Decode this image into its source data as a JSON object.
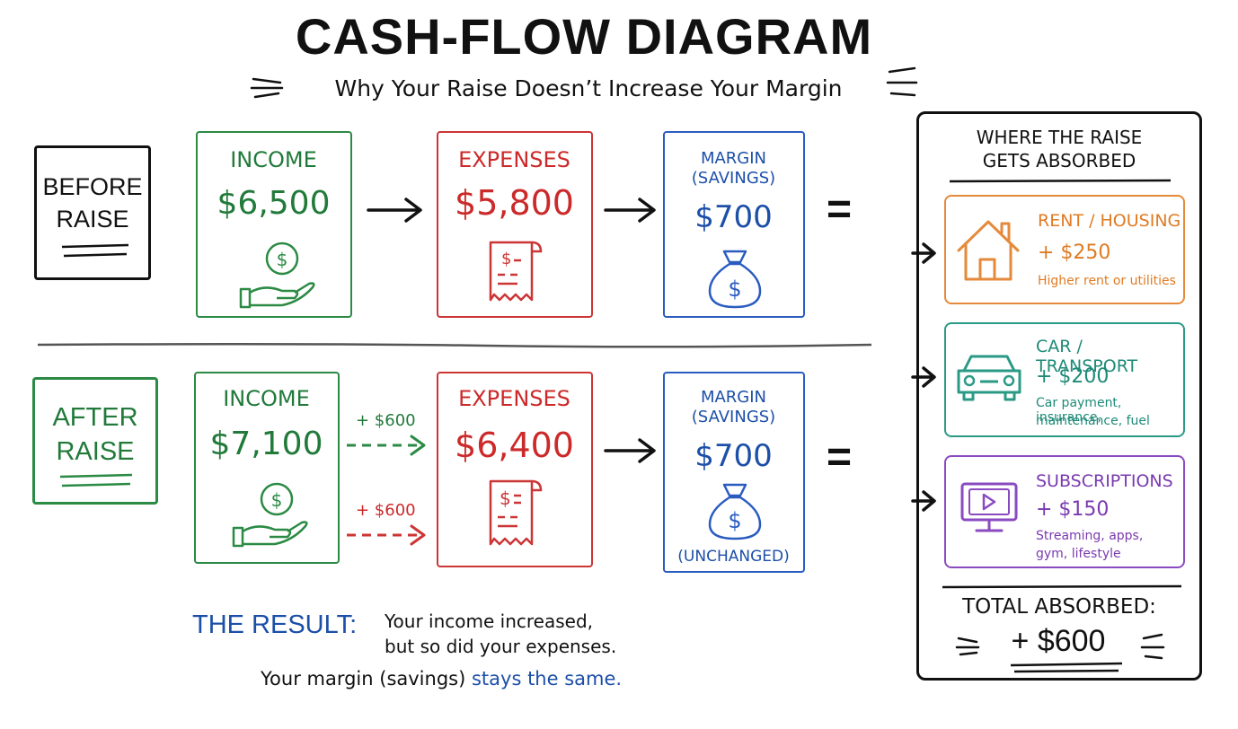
{
  "title": "CASH-FLOW DIAGRAM",
  "subtitle": "Why Your Raise Doesn’t Increase Your Margin",
  "before": {
    "label_line1": "BEFORE",
    "label_line2": "RAISE",
    "income_label": "INCOME",
    "income_value": "$6,500",
    "expenses_label": "EXPENSES",
    "expenses_value": "$5,800",
    "margin_label_line1": "MARGIN",
    "margin_label_line2": "(SAVINGS)",
    "margin_value": "$700"
  },
  "after": {
    "label_line1": "AFTER",
    "label_line2": "RAISE",
    "income_label": "INCOME",
    "income_value": "$7,100",
    "income_increase": "+ $600",
    "expenses_increase": "+ $600",
    "expenses_label": "EXPENSES",
    "expenses_value": "$6,400",
    "margin_label_line1": "MARGIN",
    "margin_label_line2": "(SAVINGS)",
    "margin_value": "$700",
    "margin_note": "(UNCHANGED)"
  },
  "equals": "=",
  "result": {
    "heading": "THE RESULT:",
    "line1": "Your income increased,",
    "line2": "but so did your expenses.",
    "line3_prefix": "Your margin (savings)",
    "line3_highlight": "stays the same."
  },
  "absorbed": {
    "heading_line1": "WHERE THE RAISE",
    "heading_line2": "GETS ABSORBED",
    "items": [
      {
        "title": "RENT / HOUSING",
        "amount": "+ $250",
        "desc_line1": "Higher rent or utilities",
        "desc_line2": "",
        "icon": "house-icon",
        "color": "#e07b22"
      },
      {
        "title": "CAR / TRANSPORT",
        "amount": "+ $200",
        "desc_line1": "Car payment, insurance,",
        "desc_line2": "maintenance, fuel",
        "icon": "car-icon",
        "color": "#1e8a78"
      },
      {
        "title": "SUBSCRIPTIONS",
        "amount": "+ $150",
        "desc_line1": "Streaming, apps,",
        "desc_line2": "gym, lifestyle",
        "icon": "tv-play-icon",
        "color": "#7a3ab0"
      }
    ],
    "total_label": "TOTAL ABSORBED:",
    "total_value": "+ $600"
  },
  "colors": {
    "income": "#217a3a",
    "expenses": "#cc2a2a",
    "margin": "#1c4fa8",
    "ink": "#111111"
  }
}
